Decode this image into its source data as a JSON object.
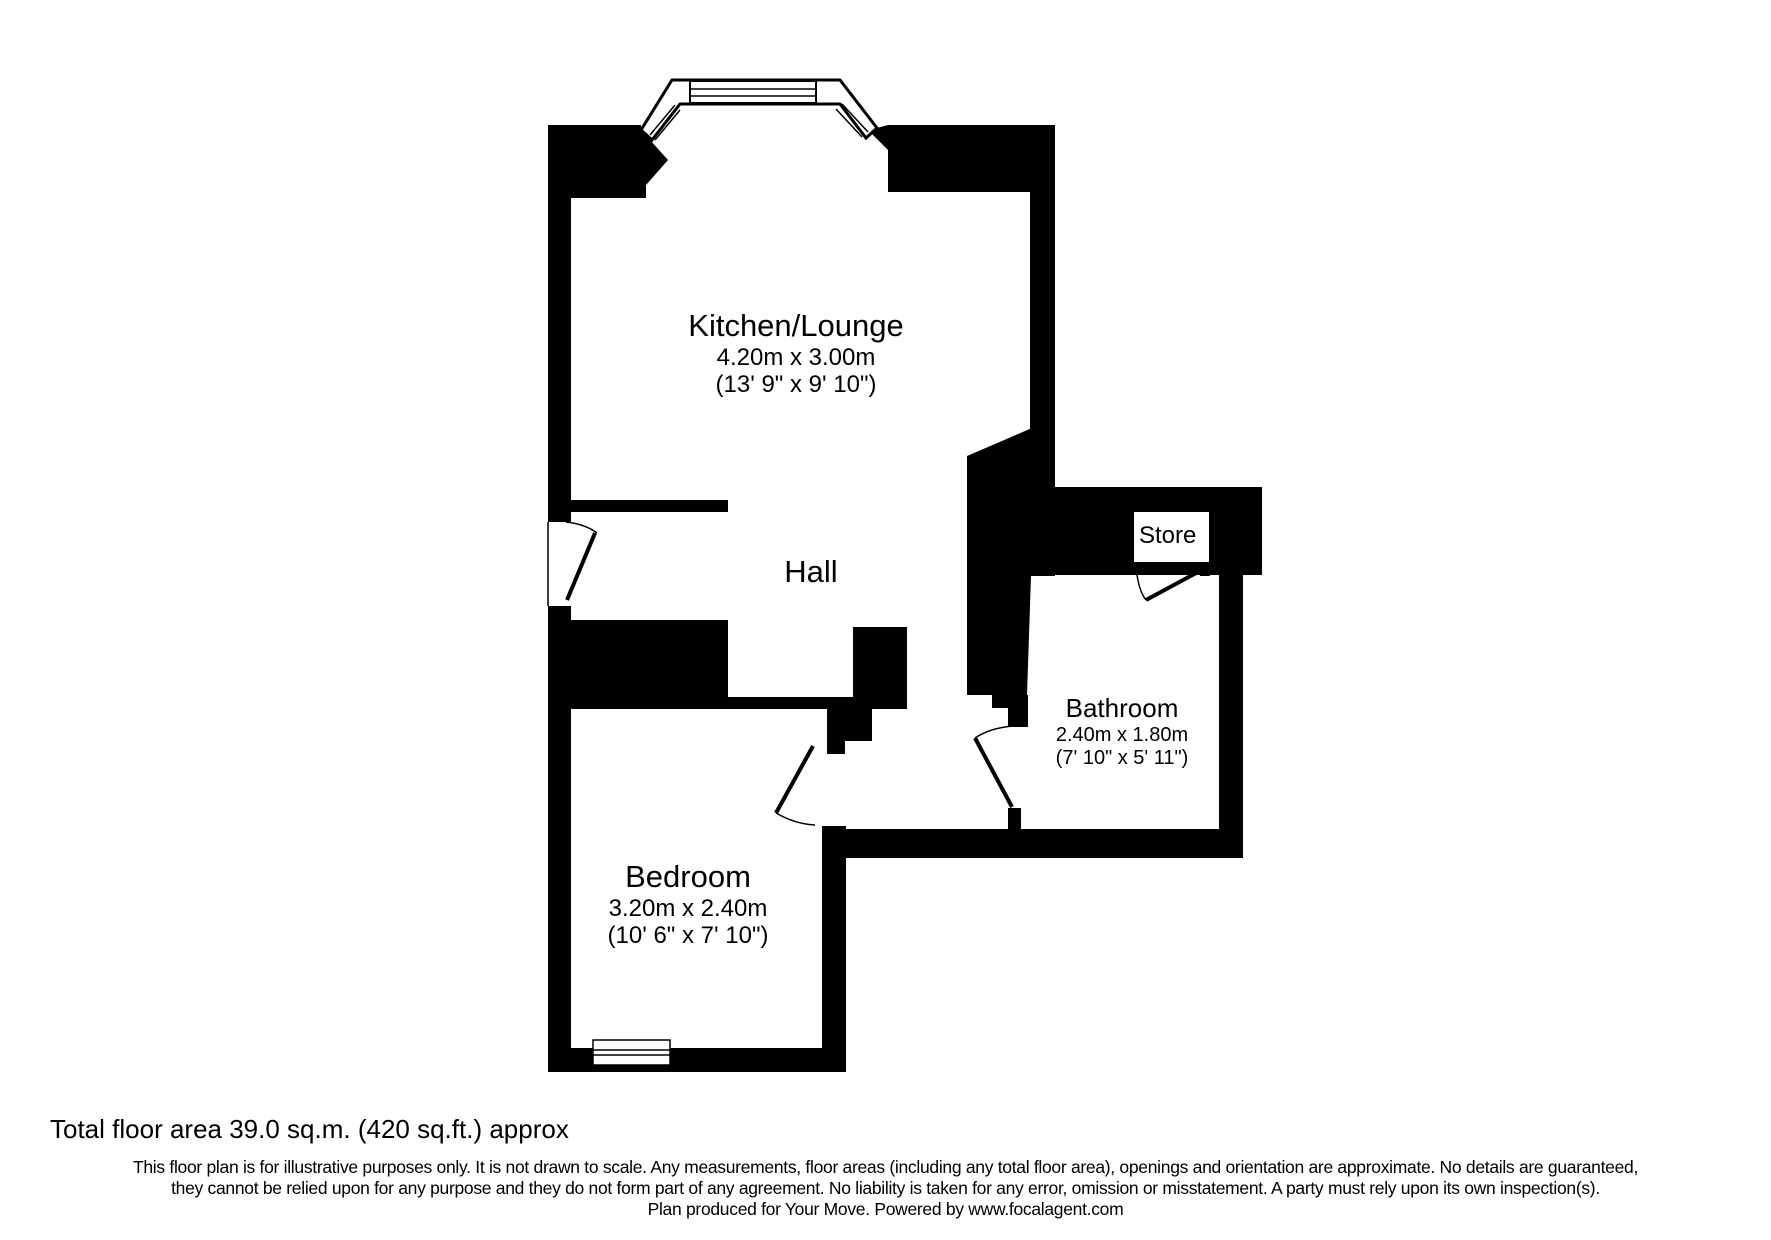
{
  "floorplan": {
    "rooms": [
      {
        "id": "kitchen-lounge",
        "name": "Kitchen/Lounge",
        "metric": "4.20m x 3.00m",
        "imperial": "(13' 9\" x 9' 10\")"
      },
      {
        "id": "hall",
        "name": "Hall"
      },
      {
        "id": "bathroom",
        "name": "Bathroom",
        "metric": "2.40m x 1.80m",
        "imperial": "(7' 10\" x 5' 11\")"
      },
      {
        "id": "store",
        "name": "Store"
      },
      {
        "id": "bedroom",
        "name": "Bedroom",
        "metric": "3.20m x 2.40m",
        "imperial": "(10' 6\" x 7' 10\")"
      }
    ],
    "colors": {
      "wall": "#000000",
      "background": "#ffffff",
      "text": "#000000"
    }
  },
  "footer": {
    "total_area": "Total floor area 39.0 sq.m. (420 sq.ft.) approx",
    "disclaimer_lines": [
      "This floor plan is for illustrative purposes only. It is not drawn to scale. Any measurements, floor areas (including any total floor area), openings and orientation are approximate. No details are guaranteed,",
      "they cannot be relied upon for any purpose and they do not form part of any agreement. No liability is taken for any error, omission or misstatement. A party must rely upon its own inspection(s).",
      "Plan produced for Your Move. Powered by www.focalagent.com"
    ]
  }
}
